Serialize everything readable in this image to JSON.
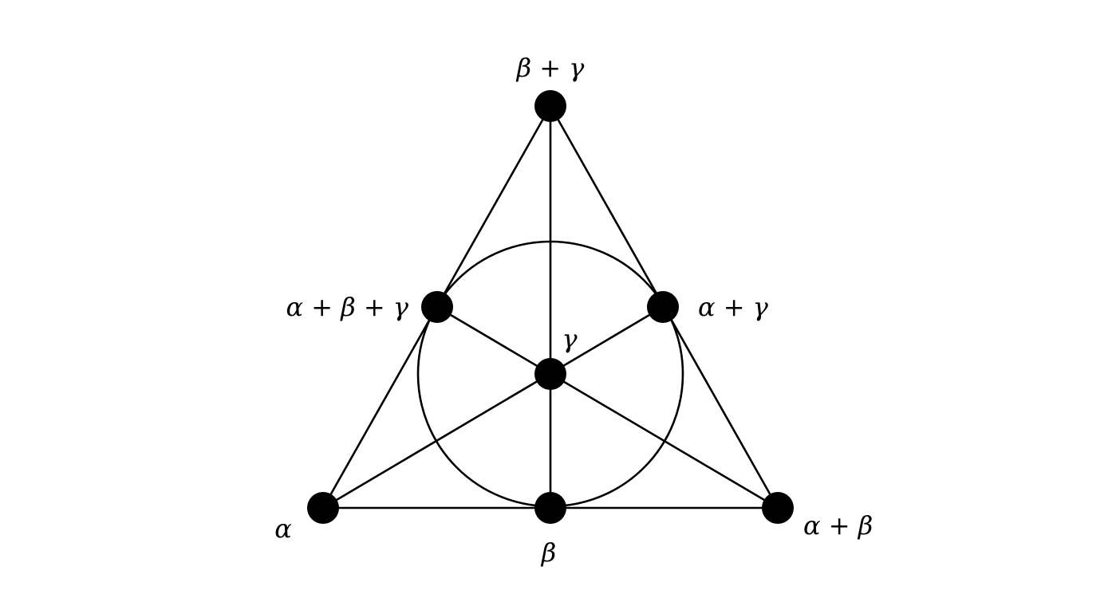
{
  "diagram": {
    "colors": {
      "stroke": "#000000",
      "node": "#000000",
      "background": "#ffffff"
    },
    "points": [
      {
        "id": "top",
        "label": "β + γ"
      },
      {
        "id": "left-mid",
        "label": "α + β + γ"
      },
      {
        "id": "right-mid",
        "label": "α + γ"
      },
      {
        "id": "center",
        "label": "γ"
      },
      {
        "id": "bottom-left",
        "label": "α"
      },
      {
        "id": "bottom-mid",
        "label": "β"
      },
      {
        "id": "bottom-right",
        "label": "α + β"
      }
    ]
  }
}
